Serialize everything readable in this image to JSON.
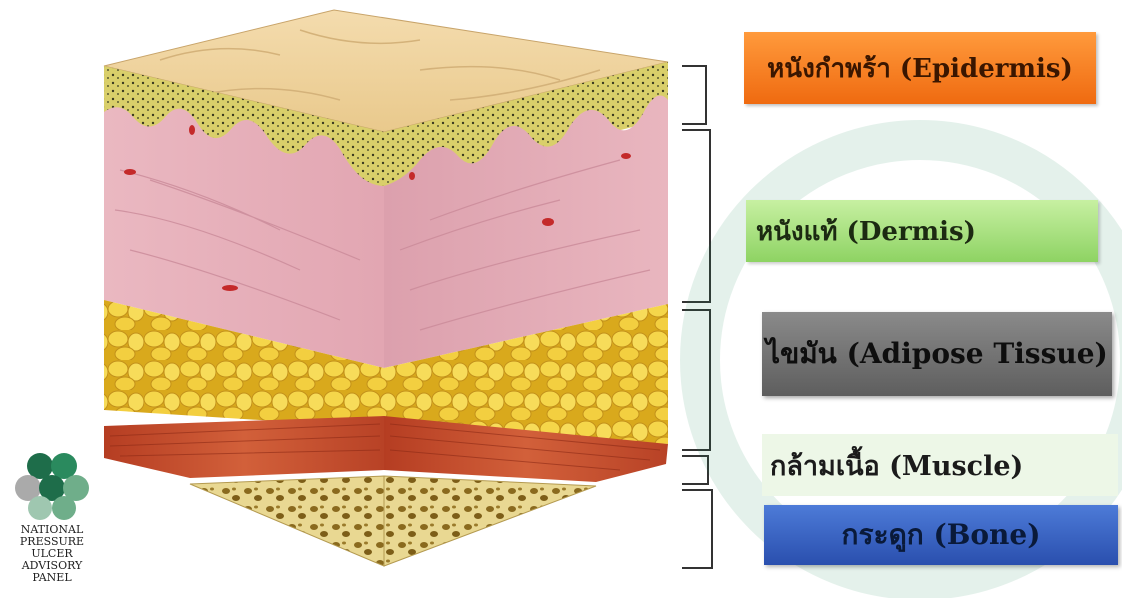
{
  "labels": {
    "epidermis": "หนังกำพร้า (Epidermis)",
    "dermis": "หนังแท้ (Dermis)",
    "adipose": "ไขมัน (Adipose Tissue)",
    "muscle": "กล้ามเนื้อ (Muscle)",
    "bone": "กระดูก (Bone)"
  },
  "logo": {
    "lines": [
      "NATIONAL",
      "PRESSURE",
      "ULCER",
      "ADVISORY",
      "PANEL"
    ]
  },
  "colors": {
    "epidermis_box": "#f07a1f",
    "dermis_box": "#a8e07c",
    "adipose_box": "#777777",
    "muscle_box": "#edf7e7",
    "bone_box": "#3a66c8",
    "skin_pink": "#e8b3bd",
    "fat_yellow": "#f1d045",
    "muscle_red": "#c8502e",
    "bone_tan": "#e7d48a"
  }
}
